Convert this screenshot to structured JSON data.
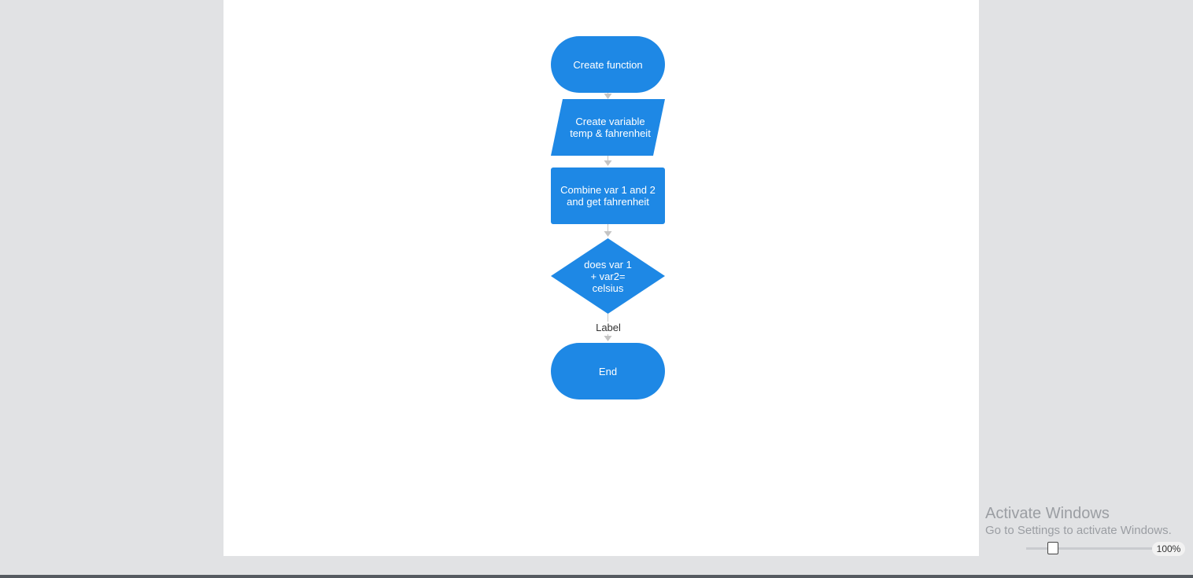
{
  "flowchart": {
    "nodes": [
      {
        "id": "create-function",
        "shape": "terminal",
        "text": "Create function"
      },
      {
        "id": "create-variable",
        "shape": "parallelogram",
        "text": "Create variable\ntemp & fahrenheit"
      },
      {
        "id": "combine",
        "shape": "process",
        "text": "Combine var 1 and 2\nand get fahrenheit"
      },
      {
        "id": "decision",
        "shape": "decision",
        "text": "does  var 1\n+ var2=\ncelsius"
      },
      {
        "id": "end",
        "shape": "terminal",
        "text": "End"
      }
    ],
    "edges": [
      {
        "from": "create-function",
        "to": "create-variable",
        "label": ""
      },
      {
        "from": "create-variable",
        "to": "combine",
        "label": ""
      },
      {
        "from": "combine",
        "to": "decision",
        "label": ""
      },
      {
        "from": "decision",
        "to": "end",
        "label": "Label"
      }
    ]
  },
  "watermark": {
    "title": "Activate Windows",
    "subtitle": "Go to Settings to activate Windows."
  },
  "zoom": {
    "value": 1.0,
    "label": "100%"
  },
  "colors": {
    "node_fill": "#1e88e5",
    "node_text": "#ffffff",
    "connector": "#c4c4c4",
    "canvas": "#ffffff",
    "workspace": "#e1e2e4"
  }
}
